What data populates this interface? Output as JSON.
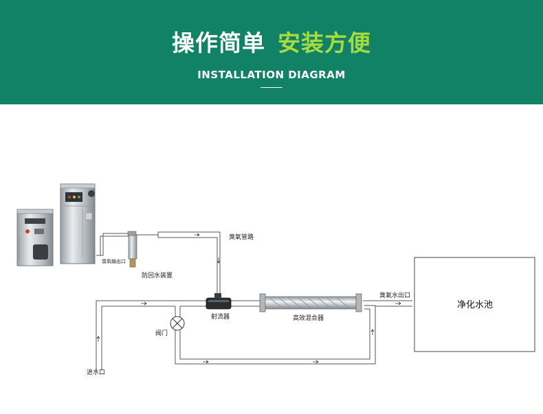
{
  "header": {
    "title_main": "操作简单",
    "title_accent": "安装方便",
    "subtitle": "INSTALLATION DIAGRAM"
  },
  "diagram": {
    "labels": {
      "ozone_outlet": "臭氧输出口",
      "backflow_device": "防回水装置",
      "ozone_pipe": "臭氧管路",
      "jet": "射流器",
      "mixer": "高效混合器",
      "ozone_water_outlet": "臭氧水出口",
      "pool": "净化水池",
      "valve": "阀门",
      "water_inlet": "进水口"
    }
  },
  "colors": {
    "banner": "#128267",
    "accent": "#a6dc3d",
    "line": "#555555"
  }
}
